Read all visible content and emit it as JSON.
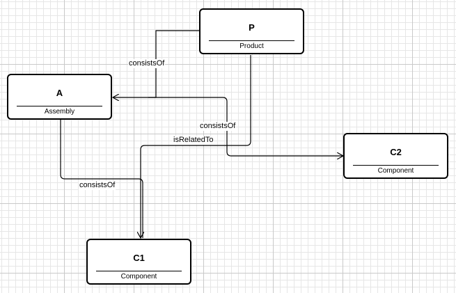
{
  "nodes": {
    "p": {
      "title": "P",
      "subtitle": "Product"
    },
    "a": {
      "title": "A",
      "subtitle": "Assembly"
    },
    "c2": {
      "title": "C2",
      "subtitle": "Component"
    },
    "c1": {
      "title": "C1",
      "subtitle": "Component"
    }
  },
  "edges": {
    "p_to_a": {
      "label": "consistsOf"
    },
    "p_to_c2": {
      "label": "consistsOf"
    },
    "p_to_c1": {
      "label": "isRelatedTo"
    },
    "a_to_c1": {
      "label": "consistsOf"
    }
  },
  "colors": {
    "line": "#000000",
    "grid_major": "#c9c9c9",
    "grid_minor": "#e6e6e6"
  }
}
